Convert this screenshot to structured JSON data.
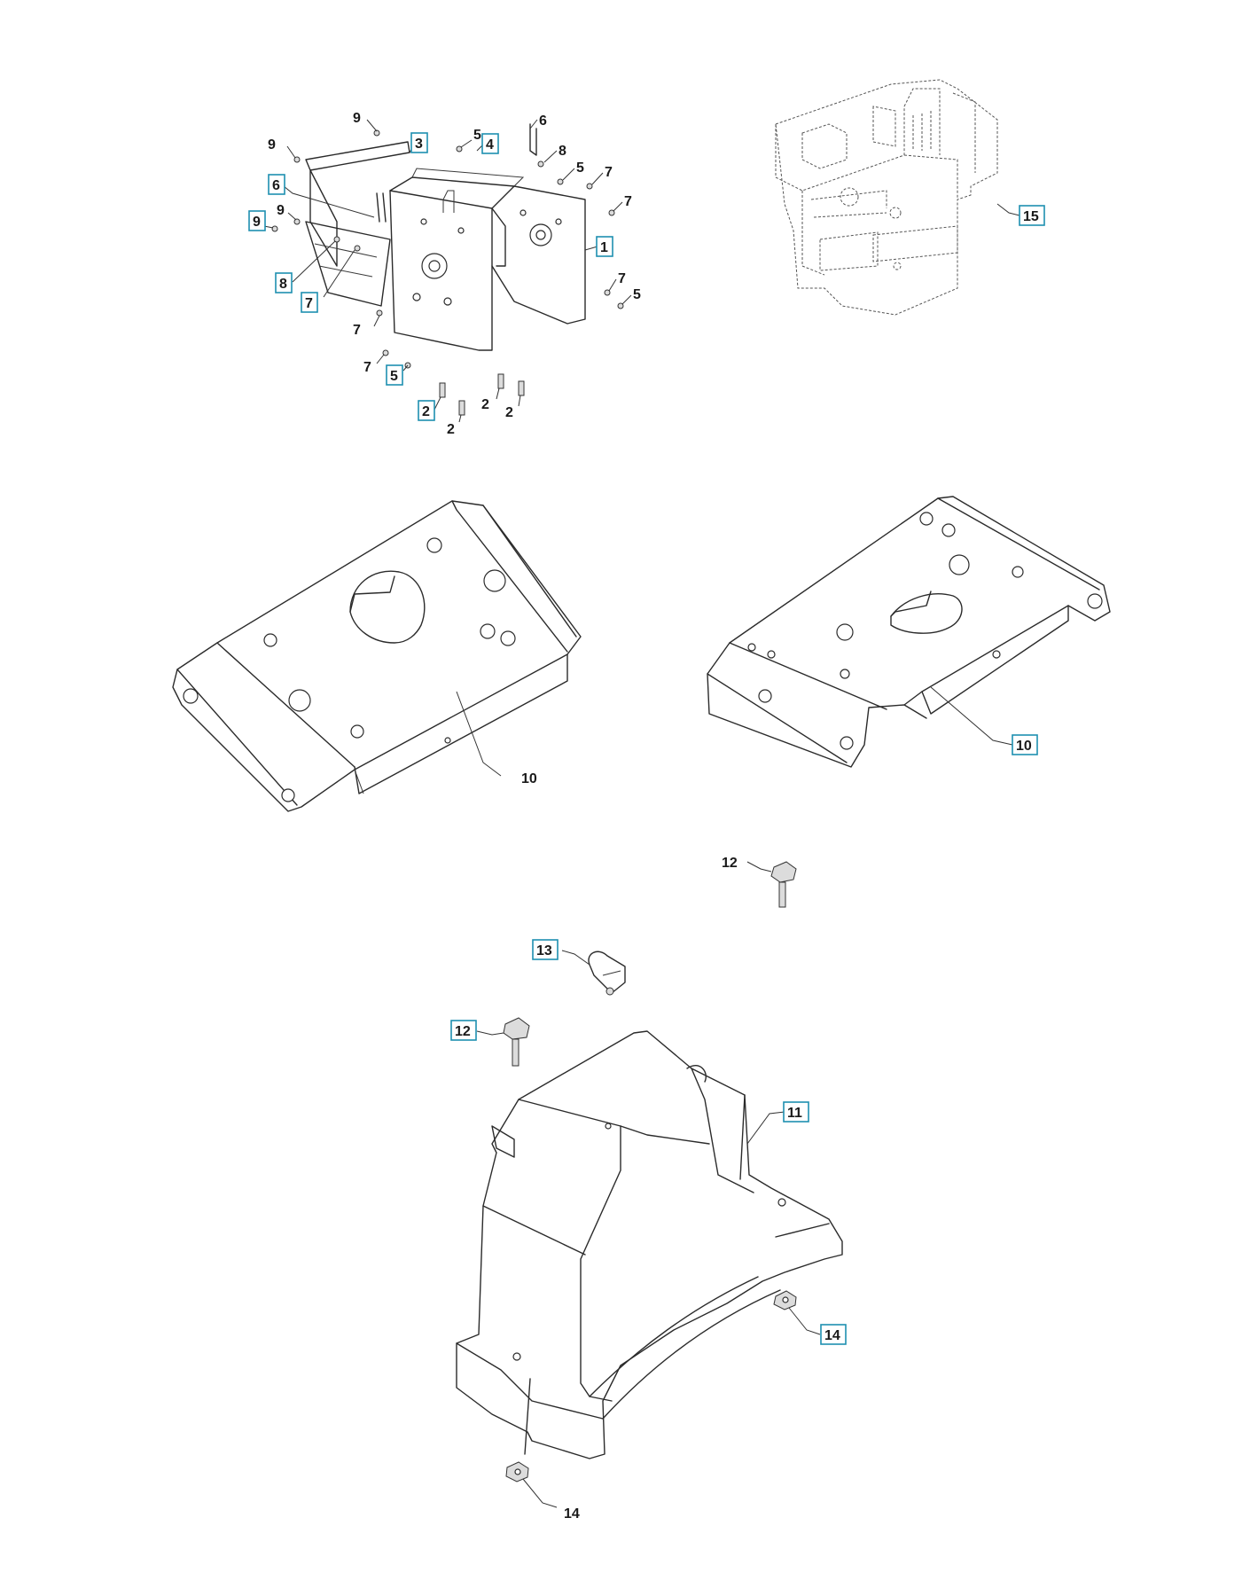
{
  "colors": {
    "line": "#2b2b2b",
    "highlight_box": "#1e8fb0",
    "background": "#ffffff"
  },
  "callouts": [
    {
      "id": "c-9a",
      "label": "9",
      "boxed": false
    },
    {
      "id": "c-9b",
      "label": "9",
      "boxed": false
    },
    {
      "id": "c-3",
      "label": "3",
      "boxed": true
    },
    {
      "id": "c-5a",
      "label": "5",
      "boxed": false
    },
    {
      "id": "c-4",
      "label": "4",
      "boxed": true
    },
    {
      "id": "c-6a",
      "label": "6",
      "boxed": false
    },
    {
      "id": "c-8a",
      "label": "8",
      "boxed": false
    },
    {
      "id": "c-5b",
      "label": "5",
      "boxed": false
    },
    {
      "id": "c-7a",
      "label": "7",
      "boxed": false
    },
    {
      "id": "c-6b",
      "label": "6",
      "boxed": true
    },
    {
      "id": "c-9c",
      "label": "9",
      "boxed": false
    },
    {
      "id": "c-9d",
      "label": "9",
      "boxed": true
    },
    {
      "id": "c-7b",
      "label": "7",
      "boxed": false
    },
    {
      "id": "c-1",
      "label": "1",
      "boxed": true
    },
    {
      "id": "c-8b",
      "label": "8",
      "boxed": true
    },
    {
      "id": "c-7c",
      "label": "7",
      "boxed": true
    },
    {
      "id": "c-7d",
      "label": "7",
      "boxed": false
    },
    {
      "id": "c-5c",
      "label": "5",
      "boxed": false
    },
    {
      "id": "c-7e",
      "label": "7",
      "boxed": false
    },
    {
      "id": "c-7f",
      "label": "7",
      "boxed": false
    },
    {
      "id": "c-5d",
      "label": "5",
      "boxed": true
    },
    {
      "id": "c-2a",
      "label": "2",
      "boxed": true
    },
    {
      "id": "c-2b",
      "label": "2",
      "boxed": false
    },
    {
      "id": "c-2c",
      "label": "2",
      "boxed": false
    },
    {
      "id": "c-2d",
      "label": "2",
      "boxed": false
    },
    {
      "id": "c-15",
      "label": "15",
      "boxed": true
    },
    {
      "id": "c-10a",
      "label": "10",
      "boxed": false
    },
    {
      "id": "c-10b",
      "label": "10",
      "boxed": true
    },
    {
      "id": "c-12a",
      "label": "12",
      "boxed": false
    },
    {
      "id": "c-13",
      "label": "13",
      "boxed": true
    },
    {
      "id": "c-12b",
      "label": "12",
      "boxed": true
    },
    {
      "id": "c-11",
      "label": "11",
      "boxed": true
    },
    {
      "id": "c-14a",
      "label": "14",
      "boxed": true
    },
    {
      "id": "c-14b",
      "label": "14",
      "boxed": false
    }
  ]
}
